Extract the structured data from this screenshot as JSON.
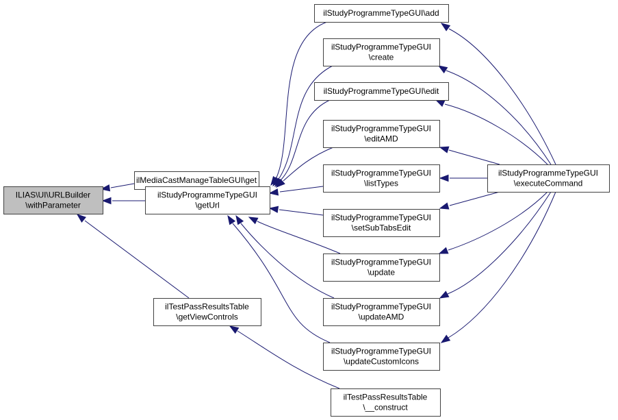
{
  "diagram": {
    "type": "call-graph",
    "colors": {
      "edge": "#191970",
      "root_fill": "#bfbfbf",
      "node_fill": "#ffffff",
      "node_border": "#404040"
    },
    "nodes": [
      {
        "id": "withParameter",
        "lines": [
          "ILIAS\\UI\\URLBuilder",
          "\\withParameter"
        ],
        "root": true
      },
      {
        "id": "mediaGet",
        "lines": [
          "ilMediaCastManageTableGUI\\get"
        ]
      },
      {
        "id": "getUrl",
        "lines": [
          "ilStudyProgrammeTypeGUI",
          "\\getUrl"
        ]
      },
      {
        "id": "getViewControls",
        "lines": [
          "ilTestPassResultsTable",
          "\\getViewControls"
        ]
      },
      {
        "id": "add",
        "lines": [
          "ilStudyProgrammeTypeGUI\\add"
        ]
      },
      {
        "id": "create",
        "lines": [
          "ilStudyProgrammeTypeGUI",
          "\\create"
        ]
      },
      {
        "id": "edit",
        "lines": [
          "ilStudyProgrammeTypeGUI\\edit"
        ]
      },
      {
        "id": "editAMD",
        "lines": [
          "ilStudyProgrammeTypeGUI",
          "\\editAMD"
        ]
      },
      {
        "id": "listTypes",
        "lines": [
          "ilStudyProgrammeTypeGUI",
          "\\listTypes"
        ]
      },
      {
        "id": "setSubTabsEdit",
        "lines": [
          "ilStudyProgrammeTypeGUI",
          "\\setSubTabsEdit"
        ]
      },
      {
        "id": "update",
        "lines": [
          "ilStudyProgrammeTypeGUI",
          "\\update"
        ]
      },
      {
        "id": "updateAMD",
        "lines": [
          "ilStudyProgrammeTypeGUI",
          "\\updateAMD"
        ]
      },
      {
        "id": "updateCustomIcons",
        "lines": [
          "ilStudyProgrammeTypeGUI",
          "\\updateCustomIcons"
        ]
      },
      {
        "id": "construct",
        "lines": [
          "ilTestPassResultsTable",
          "\\__construct"
        ]
      },
      {
        "id": "executeCommand",
        "lines": [
          "ilStudyProgrammeTypeGUI",
          "\\executeCommand"
        ]
      }
    ],
    "edges": [
      {
        "from": "mediaGet",
        "to": "withParameter"
      },
      {
        "from": "getUrl",
        "to": "withParameter"
      },
      {
        "from": "getViewControls",
        "to": "withParameter"
      },
      {
        "from": "add",
        "to": "getUrl"
      },
      {
        "from": "create",
        "to": "getUrl"
      },
      {
        "from": "edit",
        "to": "getUrl"
      },
      {
        "from": "editAMD",
        "to": "getUrl"
      },
      {
        "from": "listTypes",
        "to": "getUrl"
      },
      {
        "from": "setSubTabsEdit",
        "to": "getUrl"
      },
      {
        "from": "update",
        "to": "getUrl"
      },
      {
        "from": "updateAMD",
        "to": "getUrl"
      },
      {
        "from": "updateCustomIcons",
        "to": "getUrl"
      },
      {
        "from": "construct",
        "to": "getViewControls"
      },
      {
        "from": "executeCommand",
        "to": "add"
      },
      {
        "from": "executeCommand",
        "to": "create"
      },
      {
        "from": "executeCommand",
        "to": "edit"
      },
      {
        "from": "executeCommand",
        "to": "editAMD"
      },
      {
        "from": "executeCommand",
        "to": "listTypes"
      },
      {
        "from": "executeCommand",
        "to": "setSubTabsEdit"
      },
      {
        "from": "executeCommand",
        "to": "update"
      },
      {
        "from": "executeCommand",
        "to": "updateAMD"
      },
      {
        "from": "executeCommand",
        "to": "updateCustomIcons"
      }
    ]
  }
}
